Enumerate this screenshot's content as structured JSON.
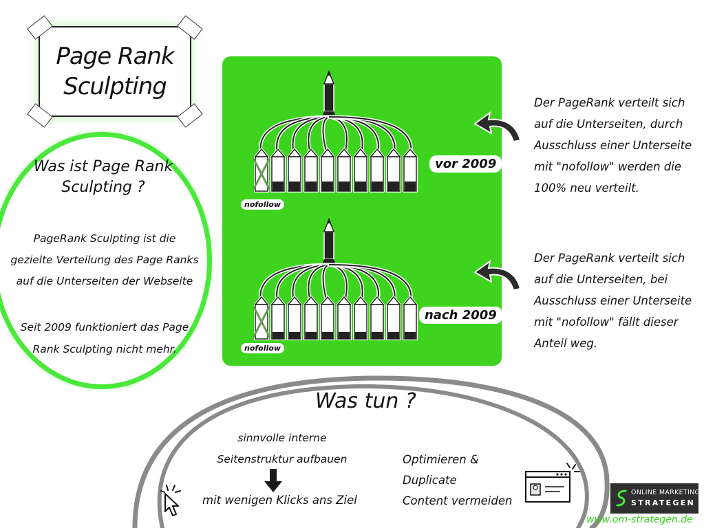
{
  "title": {
    "line1": "Page Rank",
    "line2": "Sculpting"
  },
  "definition": {
    "heading_line1": "Was ist Page Rank",
    "heading_line2": "Sculpting ?",
    "body_line1": "PageRank Sculpting ist die",
    "body_line2": "gezielte Verteilung des Page Ranks",
    "body_line3": "auf die Unterseiten der Webseite",
    "since_line1": "Seit 2009 funktioniert das Page",
    "since_line2": "Rank Sculpting nicht mehr."
  },
  "diagram": {
    "label_before": "vor 2009",
    "label_after": "nach 2009",
    "nofollow_label": "nofollow",
    "panel_color": "#3ed31f"
  },
  "notes": {
    "before_line1": "Der PageRank verteilt sich",
    "before_line2": "auf die Unterseiten, durch",
    "before_line3": "Ausschluss einer Unterseite",
    "before_line4": "mit \"nofollow\" werden die",
    "before_line5": "100% neu verteilt.",
    "after_line1": "Der PageRank verteilt sich",
    "after_line2": "auf die Unterseiten, bei",
    "after_line3": "Ausschluss einer Unterseite",
    "after_line4": "mit \"nofollow\" fällt dieser",
    "after_line5": "Anteil weg."
  },
  "todo": {
    "heading": "Was tun ?",
    "item1_line1": "sinnvolle interne",
    "item1_line2": "Seitenstruktur aufbauen",
    "item2": "mit wenigen Klicks ans Ziel",
    "item3_line1": "Optimieren & Duplicate",
    "item3_line2": "Content vermeiden"
  },
  "logo": {
    "line1": "ONLINE MARKETING",
    "line2": "STRATEGEN",
    "url": "www.om-strategen.de"
  },
  "icons": [
    "cursor-click-icon",
    "browser-window-icon",
    "arrow-down-icon",
    "curved-arrow-left-icon",
    "logo-mark-icon"
  ],
  "colors": {
    "accent_green": "#49e83a",
    "ring_gray": "#8a8a8a",
    "logo_bg": "#2f2f2f"
  }
}
